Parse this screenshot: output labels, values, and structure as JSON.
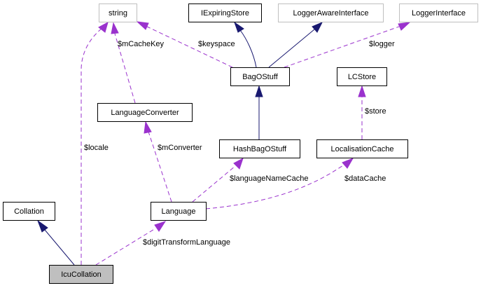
{
  "diagram": {
    "type": "collaboration-graph",
    "nodes": {
      "string": {
        "label": "string",
        "kind": "external"
      },
      "iexpiringstore": {
        "label": "IExpiringStore",
        "kind": "class"
      },
      "loggerawareinterface": {
        "label": "LoggerAwareInterface",
        "kind": "external"
      },
      "loggerinterface": {
        "label": "LoggerInterface",
        "kind": "external"
      },
      "bagostuff": {
        "label": "BagOStuff",
        "kind": "class"
      },
      "lcstore": {
        "label": "LCStore",
        "kind": "class"
      },
      "languageconverter": {
        "label": "LanguageConverter",
        "kind": "class"
      },
      "hashbagostuff": {
        "label": "HashBagOStuff",
        "kind": "class"
      },
      "localisationcache": {
        "label": "LocalisationCache",
        "kind": "class"
      },
      "collation": {
        "label": "Collation",
        "kind": "class"
      },
      "language": {
        "label": "Language",
        "kind": "class"
      },
      "icucollation": {
        "label": "IcuCollation",
        "kind": "focus"
      }
    },
    "edges": [
      {
        "from": "bagostuff",
        "to": "iexpiringstore",
        "type": "inheritance",
        "label": ""
      },
      {
        "from": "bagostuff",
        "to": "loggerawareinterface",
        "type": "inheritance",
        "label": ""
      },
      {
        "from": "bagostuff",
        "to": "string",
        "type": "usage",
        "label": "$keyspace"
      },
      {
        "from": "bagostuff",
        "to": "loggerinterface",
        "type": "usage",
        "label": "$logger"
      },
      {
        "from": "hashbagostuff",
        "to": "bagostuff",
        "type": "inheritance",
        "label": ""
      },
      {
        "from": "localisationcache",
        "to": "lcstore",
        "type": "usage",
        "label": "$store"
      },
      {
        "from": "languageconverter",
        "to": "string",
        "type": "usage",
        "label": "$mCacheKey"
      },
      {
        "from": "language",
        "to": "languageconverter",
        "type": "usage",
        "label": "$mConverter"
      },
      {
        "from": "language",
        "to": "hashbagostuff",
        "type": "usage",
        "label": "$languageNameCache"
      },
      {
        "from": "language",
        "to": "localisationcache",
        "type": "usage",
        "label": "$dataCache"
      },
      {
        "from": "icucollation",
        "to": "collation",
        "type": "inheritance",
        "label": ""
      },
      {
        "from": "icucollation",
        "to": "string",
        "type": "usage",
        "label": "$locale"
      },
      {
        "from": "icucollation",
        "to": "language",
        "type": "usage",
        "label": "$digitTransformLanguage"
      }
    ],
    "colors": {
      "inheritance": "#191970",
      "usage": "#9a32cd",
      "focus_fill": "#bfbfbf",
      "external_border": "#bfbfbf"
    }
  }
}
